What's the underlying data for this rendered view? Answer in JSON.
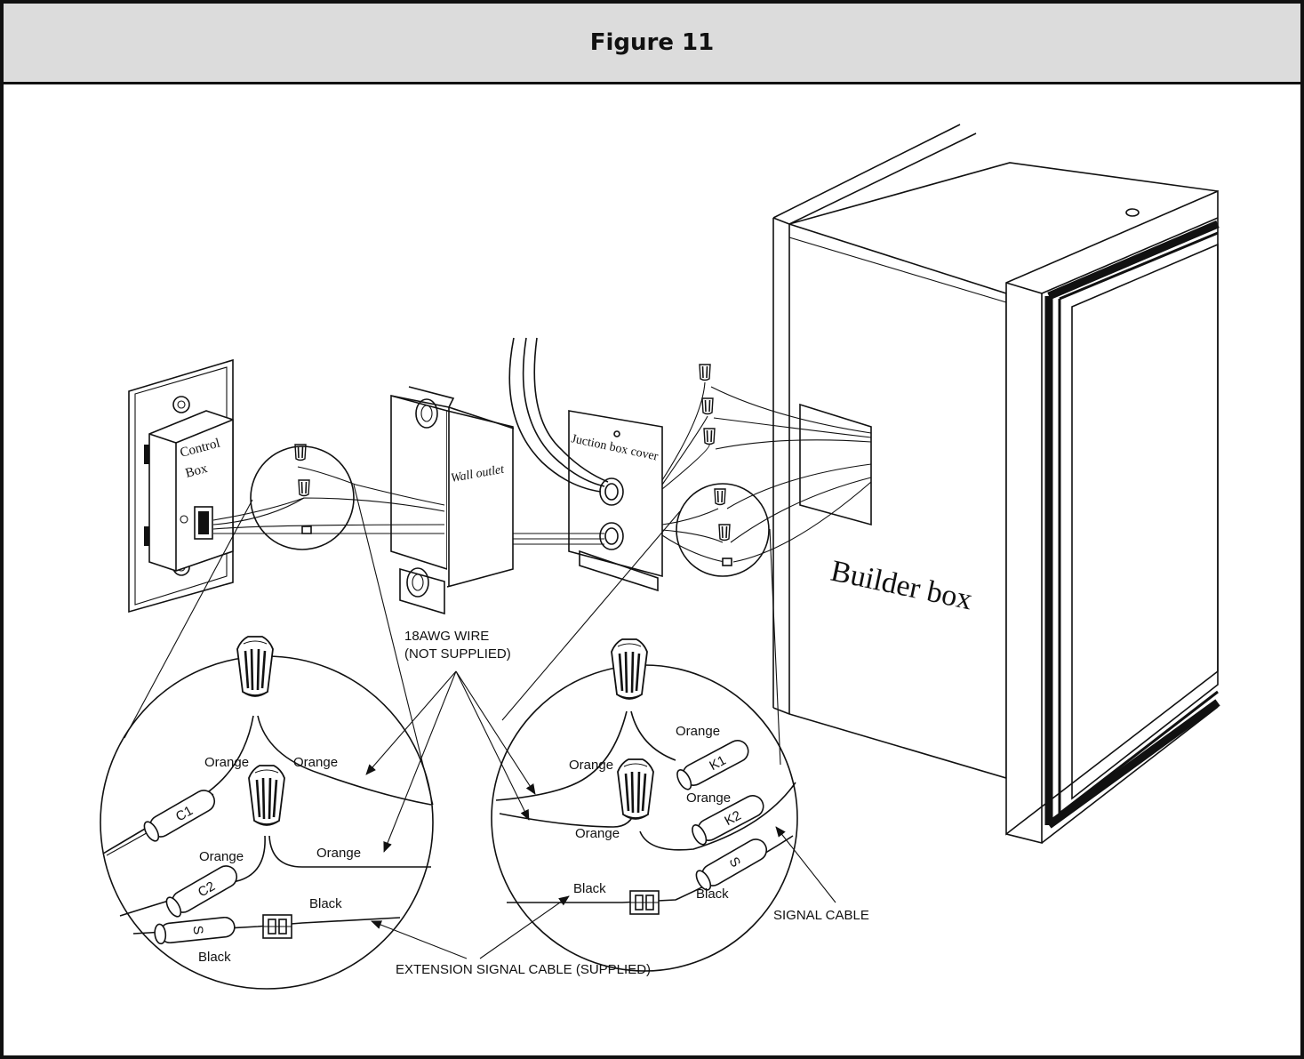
{
  "figure": {
    "title": "Figure 11"
  },
  "components": {
    "control_box": "Control\nBox",
    "wall_outlet": "Wall outlet",
    "junction_cover": "Juction box cover",
    "builder_box": "Builder box"
  },
  "callouts": {
    "wire": "18AWG WIRE\n(NOT SUPPLIED)",
    "extension_cable": "EXTENSION SIGNAL CABLE (SUPPLIED)",
    "signal_cable": "SIGNAL CABLE"
  },
  "left_detail": {
    "wire_labels": [
      "Orange",
      "Orange",
      "Orange",
      "Orange",
      "Black",
      "Black"
    ],
    "tags": [
      "C1",
      "C2",
      "S"
    ]
  },
  "right_detail": {
    "wire_labels": [
      "Orange",
      "Orange",
      "Orange",
      "Orange",
      "Black",
      "Black"
    ],
    "tags": [
      "K1",
      "K2",
      "S"
    ]
  },
  "icons": [
    "wire-nut-icon",
    "connector-icon",
    "cable-tag-icon",
    "screw-hole-icon"
  ]
}
